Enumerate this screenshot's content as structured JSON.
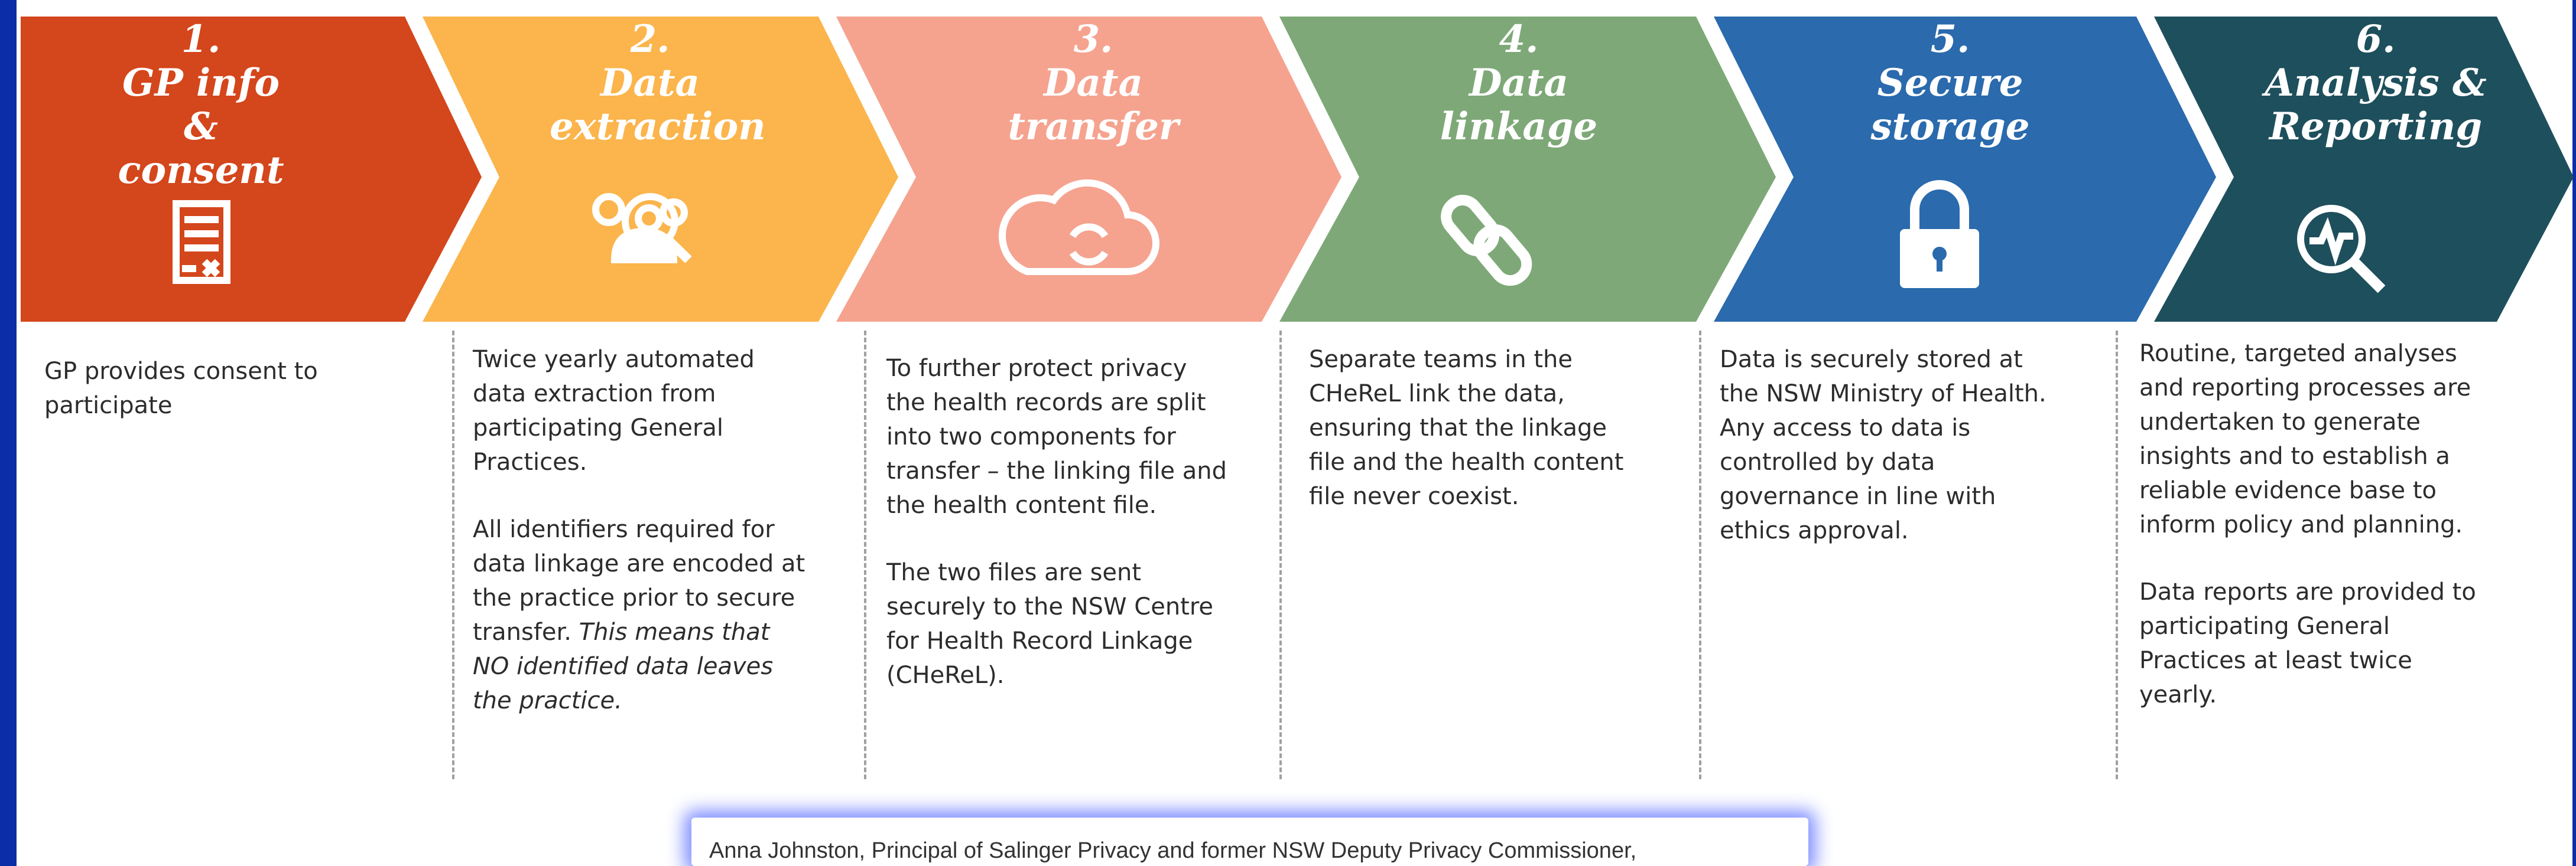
{
  "steps": [
    {
      "num": "1.",
      "title1": "GP info &",
      "title2": "consent",
      "color": "#d4461b",
      "icon": "form-icon",
      "desc": [
        "GP provides consent to\nparticipate"
      ]
    },
    {
      "num": "2.",
      "title1": "Data",
      "title2": "extraction",
      "color": "#fbb54c",
      "icon": "people-search-icon",
      "desc": [
        "Twice yearly automated\ndata extraction from\nparticipating General\nPractices.",
        "All identifiers required for\ndata linkage are encoded at\nthe practice prior to secure\ntransfer."
      ],
      "desc_italic": "This means that\nNO identified data leaves\nthe practice."
    },
    {
      "num": "3.",
      "title1": "Data",
      "title2": "transfer",
      "color": "#f5a38f",
      "icon": "cloud-sync-icon",
      "desc": [
        "To further protect privacy\nthe health records are split\ninto two components for\ntransfer – the linking file and\nthe health content file.",
        "The two files are sent\nsecurely to the NSW Centre\nfor Health Record Linkage\n(CHeReL)."
      ]
    },
    {
      "num": "4.",
      "title1": "Data",
      "title2": "linkage",
      "color": "#7ea878",
      "icon": "chain-link-icon",
      "desc": [
        "Separate teams in the\nCHeReL link the data,\nensuring that the linkage\nfile and the health content\nfile never coexist."
      ]
    },
    {
      "num": "5.",
      "title1": "Secure",
      "title2": "storage",
      "color": "#2a6aad",
      "icon": "padlock-icon",
      "desc": [
        "Data is securely stored at\nthe NSW Ministry of Health.\nAny access to data is\ncontrolled by data\ngovernance in line with\nethics approval."
      ]
    },
    {
      "num": "6.",
      "title1": "Analysis &",
      "title2": "Reporting",
      "color": "#1e4f5c",
      "icon": "analytics-search-icon",
      "desc": [
        "Routine, targeted analyses\nand reporting processes are\nundertaken to generate\ninsights and to establish a\nreliable evidence base to\ninform policy and planning.",
        "Data reports are provided to\nparticipating General\nPractices at least twice\nyearly."
      ]
    }
  ],
  "quote": "Anna Johnston, Principal of Salinger Privacy and former NSW Deputy Privacy Commissioner,"
}
